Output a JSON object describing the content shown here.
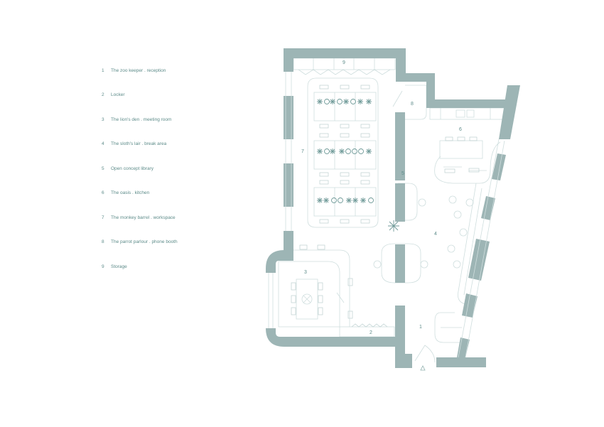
{
  "legend": {
    "items": [
      {
        "num": "1",
        "label": "The zoo keeper . reception"
      },
      {
        "num": "2",
        "label": "Locker"
      },
      {
        "num": "3",
        "label": "The lion's den . meeting room"
      },
      {
        "num": "4",
        "label": "The sloth's lair . break area"
      },
      {
        "num": "5",
        "label": "Open concept library"
      },
      {
        "num": "6",
        "label": "The oasis . kitchen"
      },
      {
        "num": "7",
        "label": "The monkey barrel . workspace"
      },
      {
        "num": "8",
        "label": "The parrot parlour . phone booth"
      },
      {
        "num": "9",
        "label": "Storage"
      }
    ]
  },
  "plan": {
    "room_labels": {
      "r1": "1",
      "r2": "2",
      "r3": "3",
      "r4": "4",
      "r5": "5",
      "r6": "6",
      "r7": "7",
      "r8": "8",
      "r9": "9"
    },
    "entrance_icon": "entrance-arrow-icon",
    "colors": {
      "wall": "#9db5b5",
      "text": "#5e8c8a",
      "furniture_line": "#cfdede",
      "plant": "#6f9a98"
    }
  }
}
